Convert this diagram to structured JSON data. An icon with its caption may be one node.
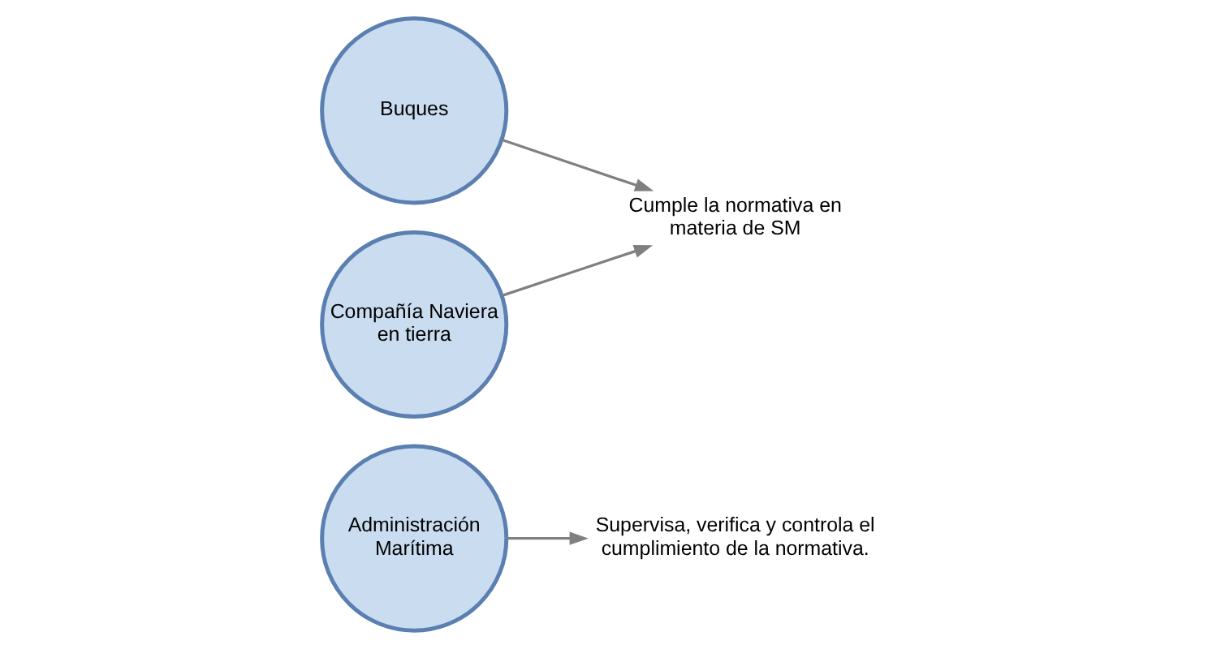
{
  "diagram": {
    "nodes": [
      {
        "text": [
          "Administración Marítima"
        ]
      },
      {
        "text": [
          "Buques"
        ]
      },
      {
        "text": [
          "Compañía Naviera en tierra"
        ]
      },
      {
        "text": [
          "Supervisa, verifica y controla el cumplimiento de la normativa."
        ]
      },
      {
        "text": [
          "Cumple la normativa en materia de SM"
        ]
      }
    ],
    "edges": [
      {
        "from": 0,
        "to": 3,
        "arrow": "to"
      },
      {
        "from": 2,
        "to": 4,
        "arrow": "to"
      },
      {
        "from": 1,
        "to": 4,
        "arrow": "to"
      }
    ]
  }
}
